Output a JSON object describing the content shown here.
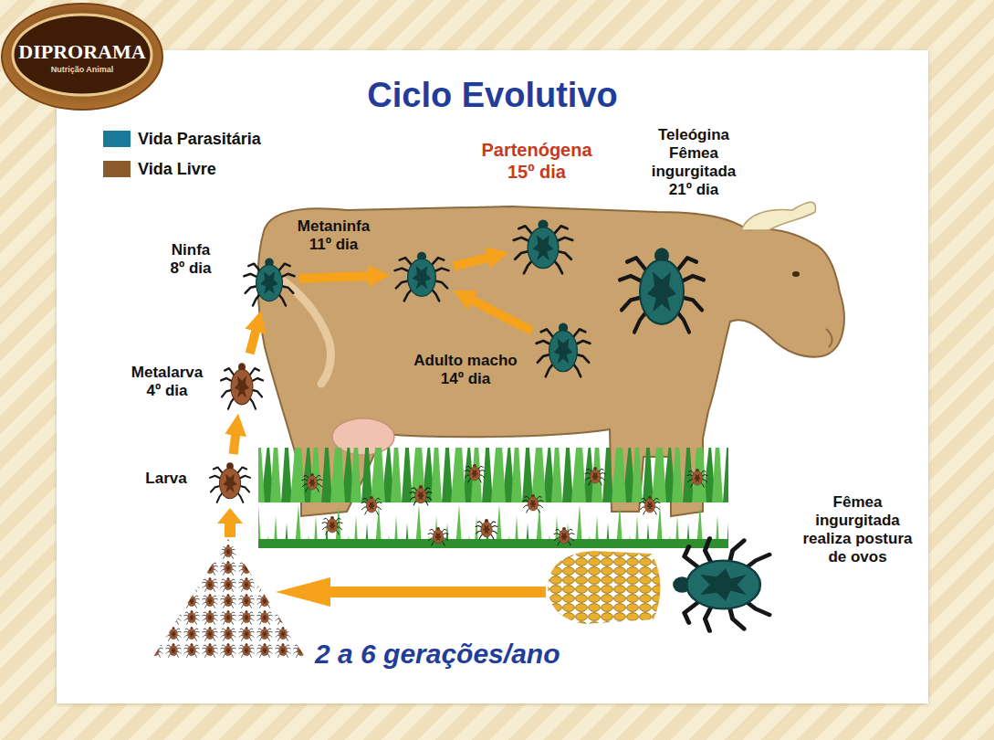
{
  "diagram": {
    "title": "Ciclo Evolutivo",
    "nodes": [
      {
        "text": [
          "Partenógena 15º dia"
        ]
      },
      {
        "text": [
          "Teleógina Fêmea ingurgitada 21º dia"
        ]
      },
      {
        "text": [
          "Metaninfa 11º dia"
        ]
      },
      {
        "text": [
          "Ninfa 8º dia"
        ]
      },
      {
        "text": [
          "Metalarva 4º dia"
        ]
      },
      {
        "text": [
          "Adulto macho 14º dia"
        ]
      },
      {
        "text": [
          "Larva"
        ]
      },
      {
        "text": [
          "Fêmea ingurgitada realiza postura de ovos"
        ]
      }
    ],
    "edges": [
      {
        "from": 6,
        "to": 4,
        "arrow": "to"
      },
      {
        "from": 4,
        "to": 3,
        "arrow": "to"
      },
      {
        "from": 3,
        "to": 2,
        "arrow": "to"
      },
      {
        "from": 2,
        "to": 0,
        "arrow": "to"
      },
      {
        "from": 5,
        "to": 2,
        "arrow": "to"
      }
    ],
    "labels": [
      "DIPRORAMA",
      "Nutrição Animal",
      "2 a 6 gerações/ano"
    ],
    "legend": [
      {
        "text": "Vida Parasitária",
        "color": "#1b7a99"
      },
      {
        "text": "Vida Livre",
        "color": "#8b5a2b"
      }
    ]
  }
}
